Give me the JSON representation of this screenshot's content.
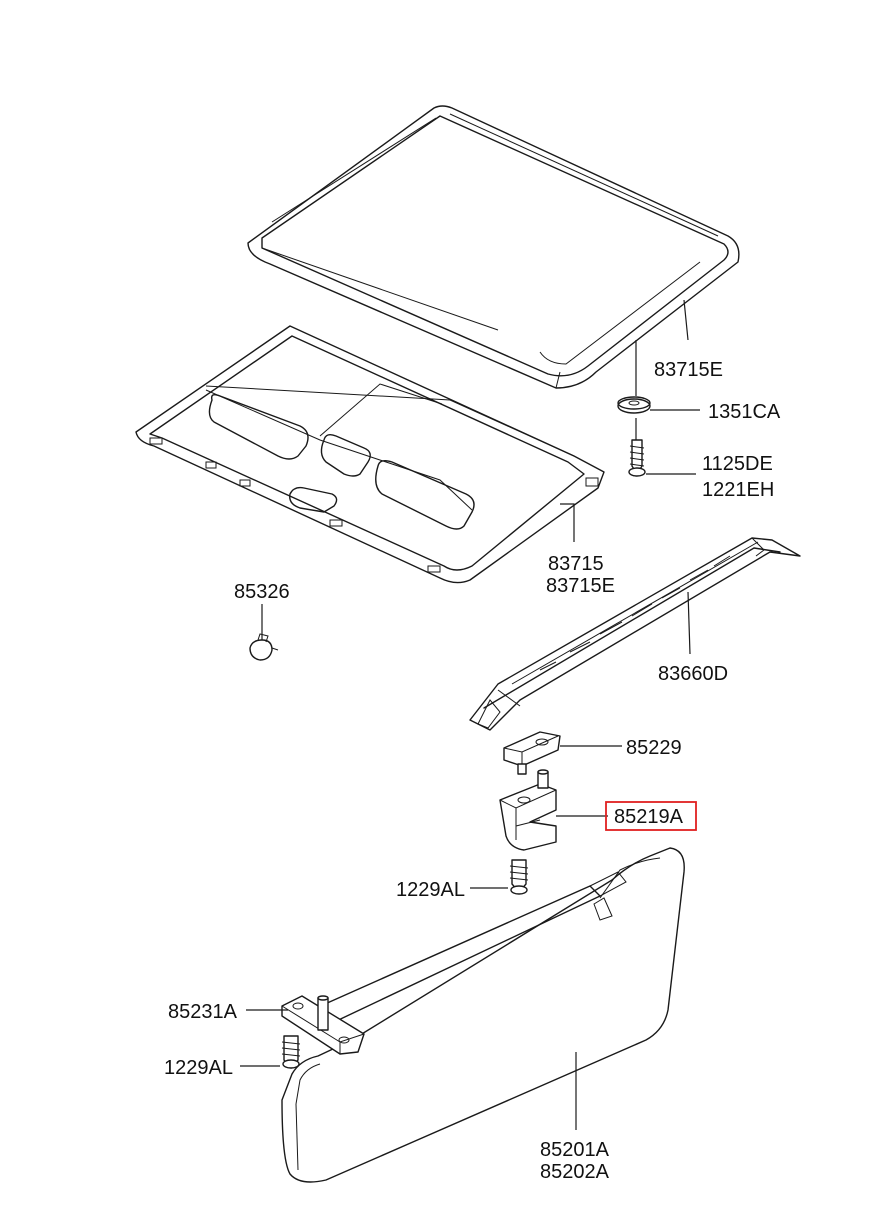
{
  "labels": {
    "roof_panel": "83715E",
    "washer": "1351CA",
    "screw_a": "1125DE",
    "screw_b": "1221EH",
    "headliner_a": "83715",
    "headliner_b": "83715E",
    "clip": "85326",
    "rail": "83660D",
    "retainer_cap": "85229",
    "visor_retainer": "85219A",
    "screw_retainer": "1229AL",
    "bracket": "85231A",
    "screw_bracket": "1229AL",
    "visor_a": "85201A",
    "visor_b": "85202A"
  },
  "highlight": {
    "part": "85219A",
    "color": "#e02020"
  }
}
